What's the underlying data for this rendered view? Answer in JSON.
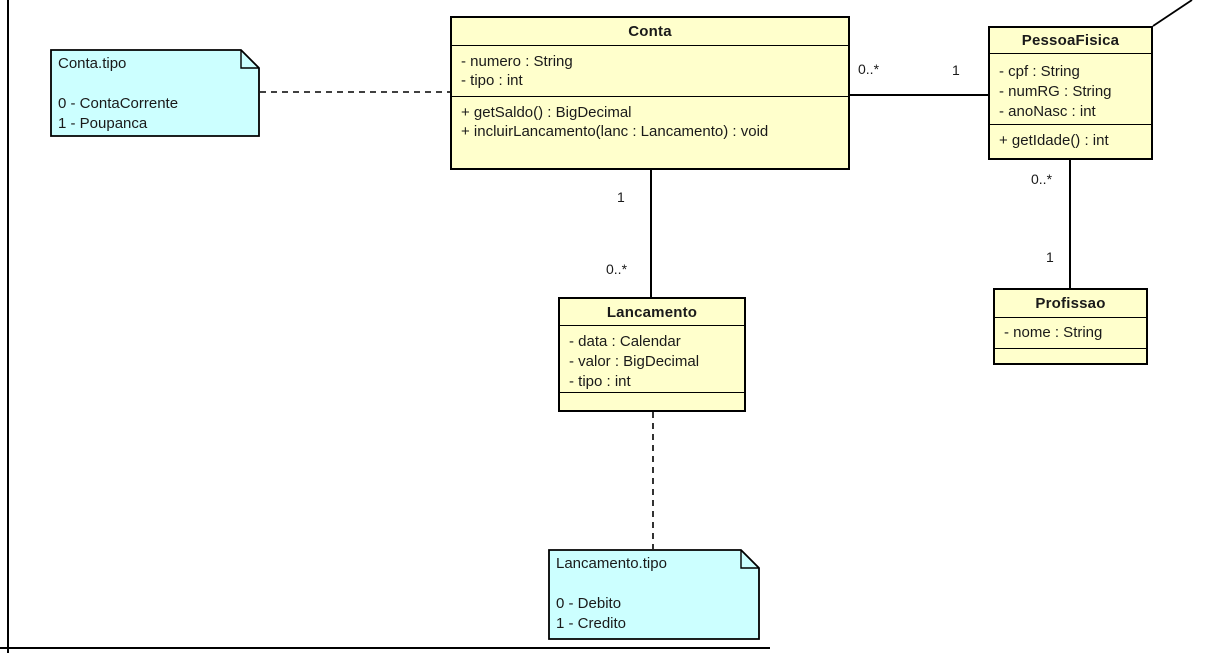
{
  "palette": {
    "class_fill": "#ffffcc",
    "note_fill": "#ccffff",
    "stroke": "#000000",
    "text": "#1a1a1a",
    "background": "#ffffff"
  },
  "classes": [
    {
      "name": "Conta",
      "attributes": [
        "- numero : String",
        "- tipo : int"
      ],
      "methods": [
        "+ getSaldo() : BigDecimal",
        "+ incluirLancamento(lanc : Lancamento) : void"
      ]
    },
    {
      "name": "PessoaFisica",
      "attributes": [
        "- cpf : String",
        "- numRG : String",
        "- anoNasc : int"
      ],
      "methods": [
        "+ getIdade() : int"
      ]
    },
    {
      "name": "Lancamento",
      "attributes": [
        "- data : Calendar",
        "- valor : BigDecimal",
        "- tipo : int"
      ],
      "methods": []
    },
    {
      "name": "Profissao",
      "attributes": [
        "- nome : String"
      ],
      "methods": []
    }
  ],
  "notes": [
    {
      "title": "Conta.tipo",
      "lines": [
        "0 - ContaCorrente",
        "1 - Poupanca"
      ]
    },
    {
      "title": "Lancamento.tipo",
      "lines": [
        "0 - Debito",
        "1 - Credito"
      ]
    }
  ],
  "associations": [
    {
      "from": "Conta",
      "to": "PessoaFisica",
      "from_multiplicity": "0..*",
      "to_multiplicity": "1"
    },
    {
      "from": "Conta",
      "to": "Lancamento",
      "from_multiplicity": "1",
      "to_multiplicity": "0..*"
    },
    {
      "from": "PessoaFisica",
      "to": "Profissao",
      "from_multiplicity": "0..*",
      "to_multiplicity": "1"
    }
  ]
}
